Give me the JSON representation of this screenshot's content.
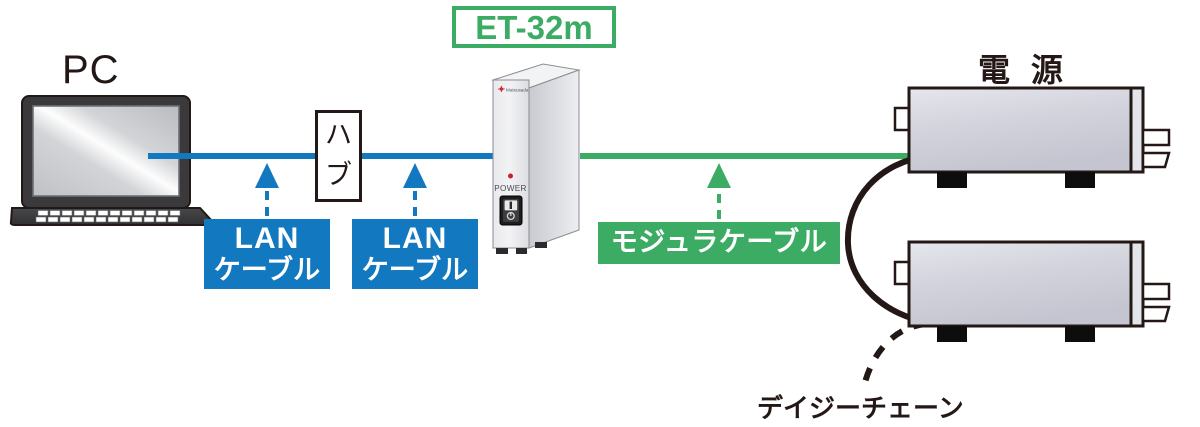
{
  "diagram": {
    "title": "ET-32m LAN connection diagram",
    "callout": {
      "device_model": "ET-32m",
      "border_color": "#3cab63",
      "text_color": "#3cab63"
    },
    "nodes": {
      "pc": {
        "label": "PC",
        "type": "laptop-computer"
      },
      "hub": {
        "label_line1": "ハ",
        "label_line2": "ブ",
        "label": "ハブ",
        "type": "network-hub"
      },
      "controller": {
        "brand": "Matsusada",
        "power_label": "POWER",
        "led": "power-led",
        "switch": "rocker-switch"
      },
      "power_supply": {
        "label": "電 源",
        "count": 2
      }
    },
    "cables": [
      {
        "name": "lan-cable-1",
        "line1": "LAN",
        "line2": "ケーブル",
        "color": "#1279c0",
        "text_color": "#ffffff"
      },
      {
        "name": "lan-cable-2",
        "line1": "LAN",
        "line2": "ケーブル",
        "color": "#1279c0",
        "text_color": "#ffffff"
      },
      {
        "name": "modular-cable",
        "line1": "モジュラケーブル",
        "color": "#3cab63",
        "text_color": "#ffffff"
      }
    ],
    "daisy_chain": {
      "label": "デイジーチェーン",
      "color": "#231815"
    },
    "colors": {
      "blue": "#1279c0",
      "green": "#3cab63",
      "dark": "#231815",
      "device_body": "#d8d9e0",
      "laptop_body": "#3a3a3c",
      "led_red": "#c7242a",
      "background": "#ffffff"
    }
  }
}
